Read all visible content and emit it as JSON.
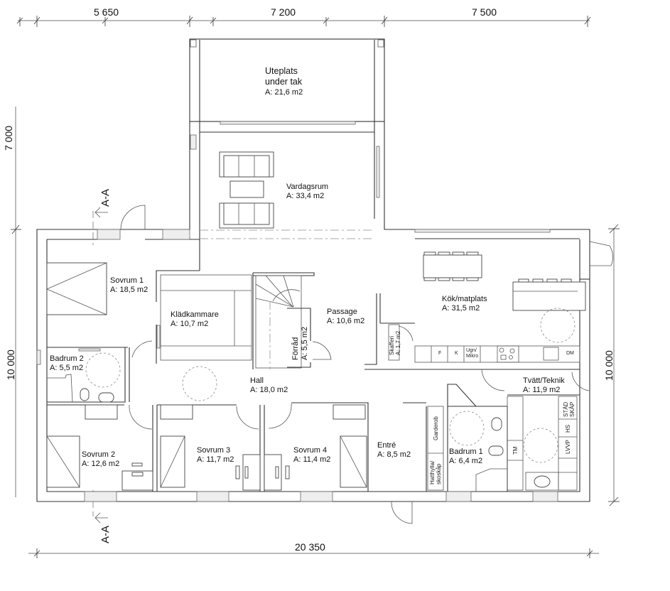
{
  "dimensions": {
    "top": [
      "5 650",
      "7 200",
      "7 500"
    ],
    "bottom": "20 350",
    "left": [
      "7 000",
      "10 000"
    ],
    "right": "10 000"
  },
  "section_marker": {
    "top": "A-A",
    "bottom": "A-A"
  },
  "rooms": {
    "uteplats": {
      "name_line1": "Uteplats",
      "name_line2": "under tak",
      "area": "A: 21,6 m2"
    },
    "vardagsrum": {
      "name": "Vardagsrum",
      "area": "A: 33,4 m2"
    },
    "sovrum1": {
      "name": "Sovrum 1",
      "area": "A: 18,5 m2"
    },
    "kladkammare": {
      "name": "Klädkammare",
      "area": "A: 10,7 m2"
    },
    "passage": {
      "name": "Passage",
      "area": "A: 10,6 m2"
    },
    "forrad": {
      "name": "Förråd",
      "area": "A: 5,5 m2"
    },
    "kok": {
      "name": "Kök/matplats",
      "area": "A: 31,5 m2"
    },
    "skafferi": {
      "name": "Skafferi",
      "area": "A: 1,7 m2"
    },
    "badrum2": {
      "name": "Badrum 2",
      "area": "A: 5,5 m2"
    },
    "hall": {
      "name": "Hall",
      "area": "A: 18,0 m2"
    },
    "tvatt": {
      "name": "Tvätt/Teknik",
      "area": "A: 11,9 m2"
    },
    "sovrum2": {
      "name": "Sovrum 2",
      "area": "A: 12,6 m2"
    },
    "sovrum3": {
      "name": "Sovrum 3",
      "area": "A: 11,7 m2"
    },
    "sovrum4": {
      "name": "Sovrum 4",
      "area": "A: 11,4 m2"
    },
    "entre": {
      "name": "Entré",
      "area": "A: 8,5 m2"
    },
    "badrum1": {
      "name": "Badrum 1",
      "area": "A: 6,4 m2"
    }
  },
  "fixtures": {
    "kitchen": {
      "fridge": "F",
      "freezer": "K",
      "oven_line1": "Ugn/",
      "oven_line2": "Mikro",
      "dishwasher": "DM"
    },
    "laundry": {
      "cleaning_line1": "STÄD",
      "cleaning_line2": "SKÅP",
      "hs": "HS",
      "lvvp": "LVVP",
      "tm": "TM"
    },
    "entre": {
      "wardrobe": "Garderob",
      "hat_line1": "Hatthylla/",
      "hat_line2": "skoskåp"
    }
  }
}
